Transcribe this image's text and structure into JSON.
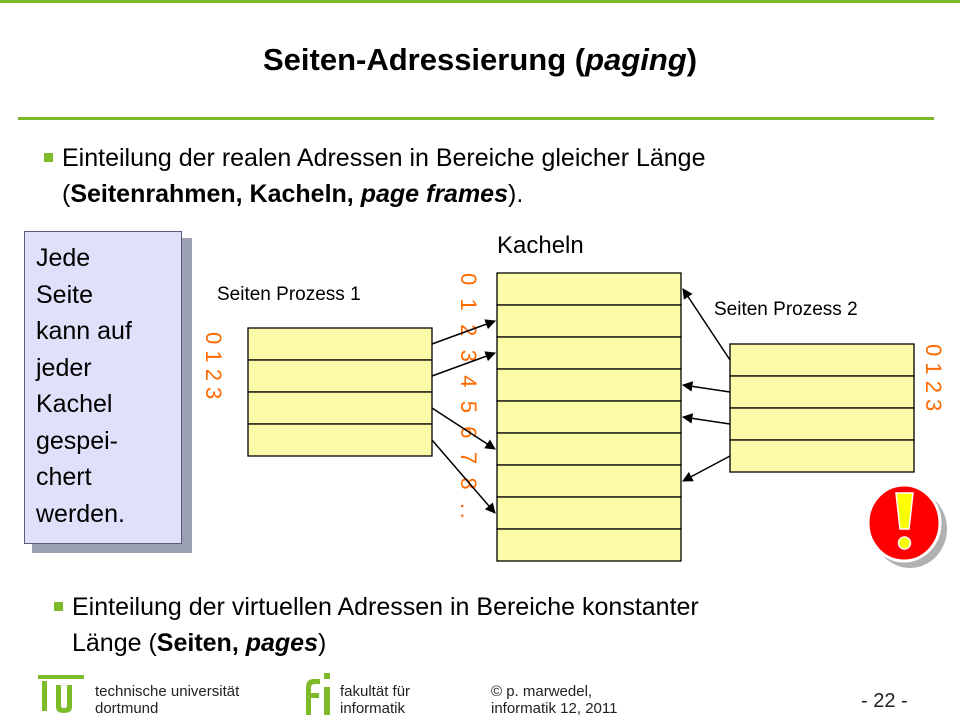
{
  "slide": {
    "title_main": "Seiten-Adressierung (",
    "title_italic": "paging",
    "title_end": ")",
    "bullet1": {
      "line1": "Einteilung der realen Adressen in Bereiche gleicher Länge",
      "l2_open": "(",
      "l2_bold": "Seitenrahmen, Kacheln, ",
      "l2_bold_italic": "page frames",
      "l2_close": ")."
    },
    "bullet2": {
      "line1": "Einteilung der virtuellen Adressen in Bereiche konstanter",
      "l2_open": "Länge (",
      "l2_bold": "Seiten, ",
      "l2_bold_italic": "pages",
      "l2_close": ")"
    },
    "callout_lines": [
      "Jede",
      "Seite",
      "kann auf",
      "jeder",
      "Kachel",
      "gespei-",
      "chert",
      "werden."
    ]
  },
  "diagram": {
    "kacheln_label": "Kacheln",
    "proc1_label": "Seiten Prozess 1",
    "proc2_label": "Seiten Prozess 2",
    "proc1_indices": "0 1 2 3",
    "proc2_indices": "0 1 2 3",
    "kachel_indices": "0 1 2 3 4 5 6 7 8 ..",
    "proc1_pages": 4,
    "proc2_pages": 4,
    "kachel_count": 9,
    "proc1_mapping": [
      1,
      2,
      5,
      7
    ],
    "proc2_mapping": [
      0,
      3,
      4,
      6
    ],
    "box_fill": "#fcfca8",
    "index_color": "#ff6a00",
    "accent": "#7fba2a"
  },
  "footer": {
    "uni_line1": "technische universität",
    "uni_line2": "dortmund",
    "fak_line1": "fakultät für",
    "fak_line2": "informatik",
    "copy_line1": "© p. marwedel,",
    "copy_line2": "informatik 12,  2011",
    "page": "- 22 -"
  }
}
